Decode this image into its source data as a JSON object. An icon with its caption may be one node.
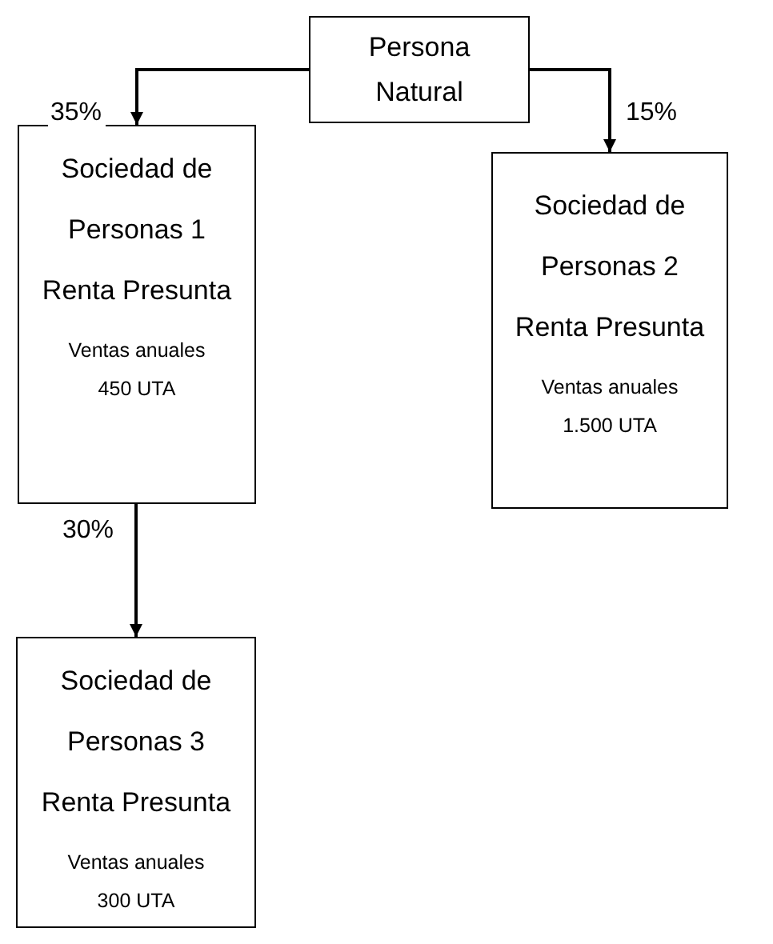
{
  "diagram": {
    "nodes": [
      {
        "text": [
          "Persona Natural"
        ]
      },
      {
        "text": [
          "Sociedad de Personas 1 Renta Presunta",
          "Ventas anuales 450 UTA"
        ]
      },
      {
        "text": [
          "Sociedad de Personas 2 Renta Presunta",
          "Ventas anuales 1.500 UTA"
        ]
      },
      {
        "text": [
          "Sociedad de Personas 3 Renta Presunta",
          "Ventas anuales 300 UTA"
        ]
      }
    ],
    "edges": [
      {
        "from": 0,
        "to": 1,
        "arrow": "to",
        "label": "35%"
      },
      {
        "from": 0,
        "to": 2,
        "arrow": "to",
        "label": "15%"
      },
      {
        "from": 1,
        "to": 3,
        "arrow": "to",
        "label": "30%"
      }
    ]
  }
}
